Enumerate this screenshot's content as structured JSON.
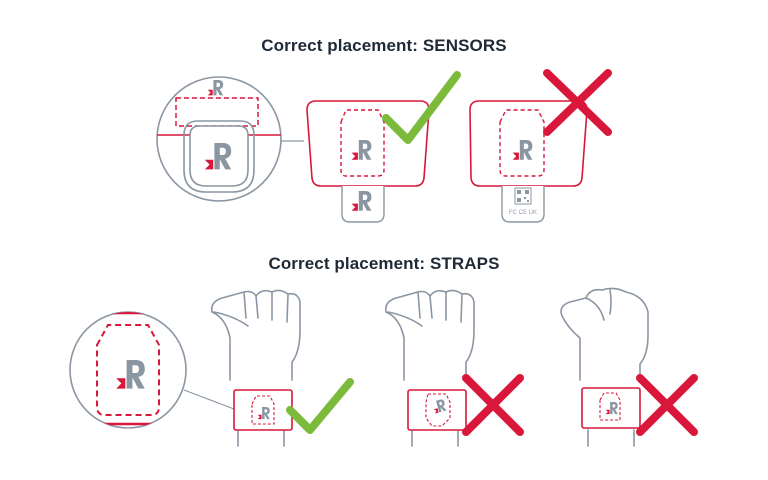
{
  "titles": {
    "sensors": "Correct placement: SENSORS",
    "straps": "Correct placement: STRAPS"
  },
  "sensor_label": {
    "certifications": "FC CE UK"
  },
  "colors": {
    "red": "#d9173b",
    "gray": "#8b96a3",
    "dark": "#1f2a37",
    "green": "#7cba3c"
  },
  "icons": [
    "logo-r-icon",
    "check-icon",
    "cross-icon",
    "qr-code-icon",
    "fist-icon"
  ]
}
